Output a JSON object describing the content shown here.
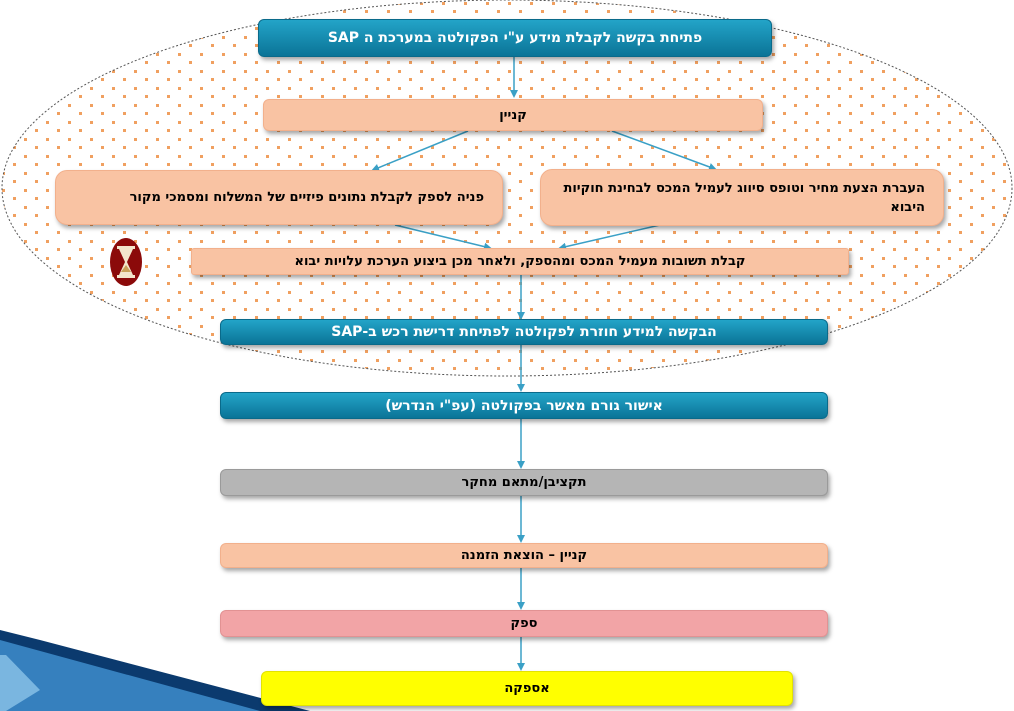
{
  "flow": {
    "open_request": "פתיחת בקשה לקבלת מידע ע\"י הפקולטה במערכת ה SAP",
    "procurement": "קניין",
    "supplier_request": "פניה לספק לקבלת נתונים פיזיים של המשלוח ומסמכי מקור",
    "customs_request": "העברת הצעת מחיר וטופס סיווג לעמיל המכס לבחינת חוקיות היבוא",
    "responses": "קבלת תשובות מעמיל המכס ומהספק, ולאחר מכן ביצוע הערכת עלויות יבוא",
    "return_to_faculty": "הבקשה למידע חוזרת לפקולטה לפתיחת דרישת רכש ב-SAP",
    "faculty_approval": "אישור גורם מאשר בפקולטה (עפ\"י הנדרש)",
    "budget_officer": "תקציבן/מתאם מחקר",
    "procurement_order": "קניין – הוצאת הזמנה",
    "supplier": "ספק",
    "delivery": "אספקה"
  },
  "icons": [
    "hourglass-icon",
    "chevron-arrow-icon"
  ],
  "colors": {
    "teal": "#0b7497",
    "peach": "#f9c3a3",
    "gray": "#b5b5b5",
    "pink": "#f2a4a6",
    "yellow": "#ffff00",
    "arrow": "#3aa0c6",
    "dots": "#f0a060"
  }
}
